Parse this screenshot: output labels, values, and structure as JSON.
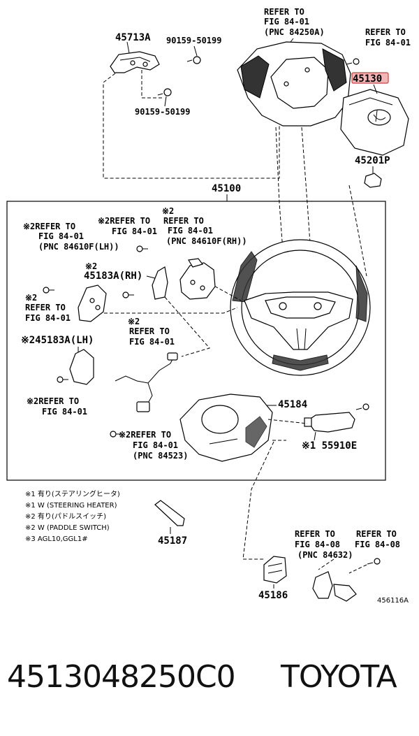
{
  "labels": {
    "p45713a": "45713A",
    "bolt1": "90159-50199",
    "bolt2": "90159-50199",
    "ref_top_1": "REFER TO",
    "ref_top_2": "FIG 84-01",
    "ref_top_3": "(PNC 84250A)",
    "ref_tr_1": "REFER TO",
    "ref_tr_2": "FIG 84-01",
    "p45130": "45130",
    "p45201p": "45201P",
    "p45100": "45100",
    "l1_1": "※2REFER TO",
    "l1_2": "FIG 84-01",
    "l1_3": "(PNC 84610F(LH))",
    "l2_1": "※2REFER TO",
    "l2_2": "FIG 84-01",
    "l3_0": "※2",
    "l3_1": "REFER TO",
    "l3_2": "FIG 84-01",
    "l3_3": "(PNC 84610F(RH))",
    "l4_0": "※2",
    "l4_1": "45183A(RH)",
    "l5_0": "※2",
    "l5_1": "REFER TO",
    "l5_2": "FIG 84-01",
    "l6_0": "※2",
    "l6_1": "REFER TO",
    "l6_2": "FIG 84-01",
    "l7": "※245183A(LH)",
    "l8_1": "※2REFER TO",
    "l8_2": "FIG 84-01",
    "p45184": "45184",
    "l9_1": "※2REFER TO",
    "l9_2": "FIG 84-01",
    "l9_3": "(PNC 84523)",
    "p55910e": "※1 55910E",
    "p45187": "45187",
    "ref_b1_1": "REFER TO",
    "ref_b1_2": "FIG 84-08",
    "ref_b1_3": "(PNC 84632)",
    "ref_b2_1": "REFER TO",
    "ref_b2_2": "FIG 84-08",
    "p45186": "45186",
    "drawing_no": "456116A"
  },
  "notes": [
    "※1 有り(ステアリングヒータ)",
    "※1 W (STEERING HEATER)",
    "※2 有り(パドルスイッチ)",
    "※2 W (PADDLE SWITCH)",
    "※3 AGL10,GGL1#"
  ],
  "footer": {
    "part_number": "4513048250C0",
    "brand": "TOYOTA"
  },
  "colors": {
    "highlight_fill": "#f4b6b6",
    "highlight_stroke": "#d04040"
  }
}
